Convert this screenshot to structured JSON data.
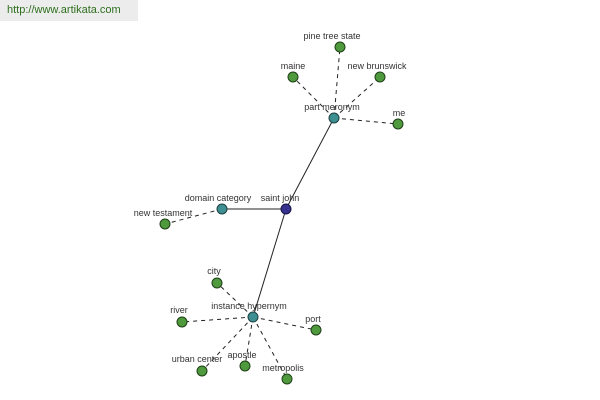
{
  "header": {
    "url": "http://www.artikata.com"
  },
  "graph": {
    "center": {
      "label": "saint john"
    },
    "relations": {
      "part_meronym": {
        "label": "part meronym"
      },
      "domain_category": {
        "label": "domain category"
      },
      "instance_hypernym": {
        "label": "instance hypernym"
      }
    },
    "leaves": {
      "pine_tree_state": "pine tree state",
      "maine": "maine",
      "new_brunswick": "new brunswick",
      "me": "me",
      "new_testament": "new testament",
      "city": "city",
      "river": "river",
      "port": "port",
      "urban_center": "urban center",
      "apostle": "apostle",
      "metropolis": "metropolis"
    }
  },
  "colors": {
    "leaf_node": "#4f9a3d",
    "relation_node": "#3d8f92",
    "center_node": "#36308e",
    "link": "#2e6f1e"
  }
}
